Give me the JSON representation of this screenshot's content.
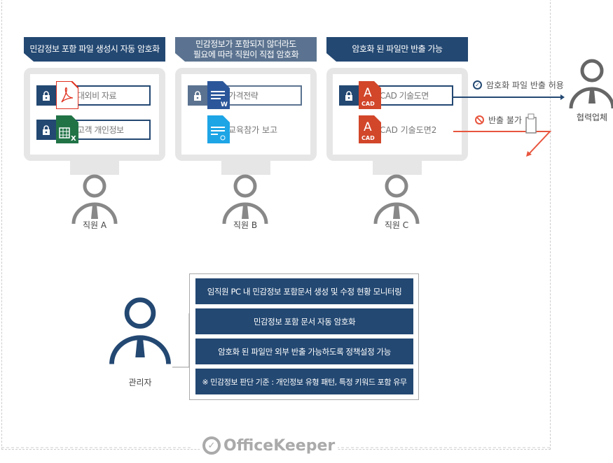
{
  "columns": [
    {
      "header": "민감정보 포함 파일 생성시 자동 암호화",
      "files": [
        {
          "name": "대외비 자료",
          "icon": "pdf-icon",
          "locked": true
        },
        {
          "name": "고객 개인정보",
          "icon": "excel-icon",
          "locked": true
        }
      ],
      "employee": "직원 A"
    },
    {
      "header": "민감정보가 포함되지 않더라도 필요에 따라 직원이 직접 암호화",
      "header_line1": "민감정보가 포함되지 않더라도",
      "header_line2": "필요에 따라 직원이 직접 암호화",
      "files": [
        {
          "name": "가격전략",
          "icon": "word-icon",
          "locked": true
        },
        {
          "name": "교육참가 보고",
          "icon": "hwp-icon",
          "locked": false
        }
      ],
      "employee": "직원 B"
    },
    {
      "header": "암호화 된 파일만 반출 가능",
      "files": [
        {
          "name": "CAD 기술도면",
          "icon": "cad-icon",
          "locked": true
        },
        {
          "name": "CAD 기술도면2",
          "icon": "cad-icon",
          "locked": false
        }
      ],
      "employee": "직원 C"
    }
  ],
  "export": {
    "allowed": "암호화 파일 반출 허용",
    "blocked": "반출 불가",
    "partner": "협력업체",
    "cad_label": "CAD"
  },
  "admin": {
    "label": "관리자",
    "items": [
      "임직원 PC 내 민감정보 포함문서 생성 및 수정 현황 모니터링",
      "민감정보 포함 문서 자동 암호화",
      "암호화 된 파일만 외부 반출 가능하도록 정책설정 가능",
      "※ 민감정보 판단 기준 : 개인정보 유형 패턴, 특정 키워드 포함 유무"
    ]
  },
  "logo": "OfficeKeeper",
  "colors": {
    "navy": "#234872",
    "slate": "#5b7390",
    "red": "#e8553e"
  }
}
